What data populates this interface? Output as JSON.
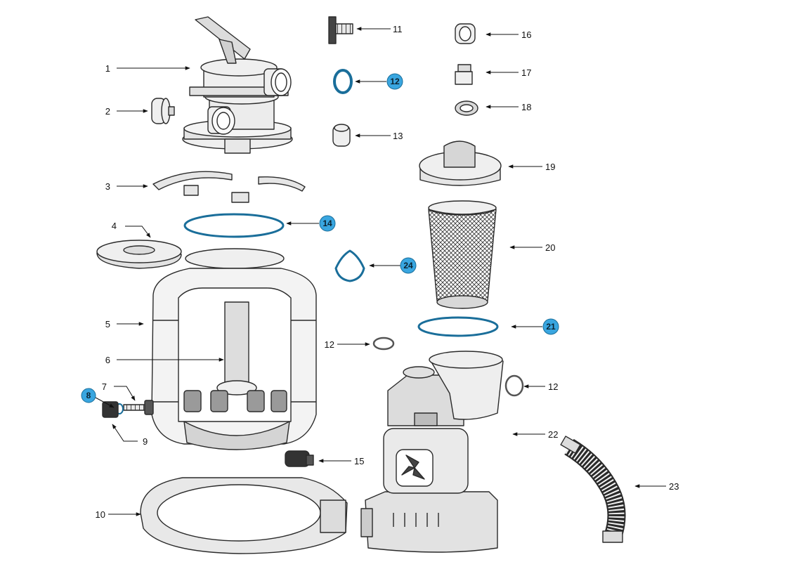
{
  "callouts": {
    "c1": "1",
    "c2": "2",
    "c3": "3",
    "c4": "4",
    "c5": "5",
    "c6": "6",
    "c7": "7",
    "c8": "8",
    "c9": "9",
    "c10": "10",
    "c11": "11",
    "c12": "12",
    "c12b": "12",
    "c12c": "12",
    "c13": "13",
    "c14": "14",
    "c15": "15",
    "c16": "16",
    "c17": "17",
    "c18": "18",
    "c19": "19",
    "c20": "20",
    "c21": "21",
    "c22": "22",
    "c23": "23",
    "c24": "24"
  },
  "colors": {
    "highlight_fill": "#39a6e0",
    "highlight_ring": "#1a6e9a",
    "stroke": "#2a2a2a",
    "part_fill": "#ededed"
  }
}
